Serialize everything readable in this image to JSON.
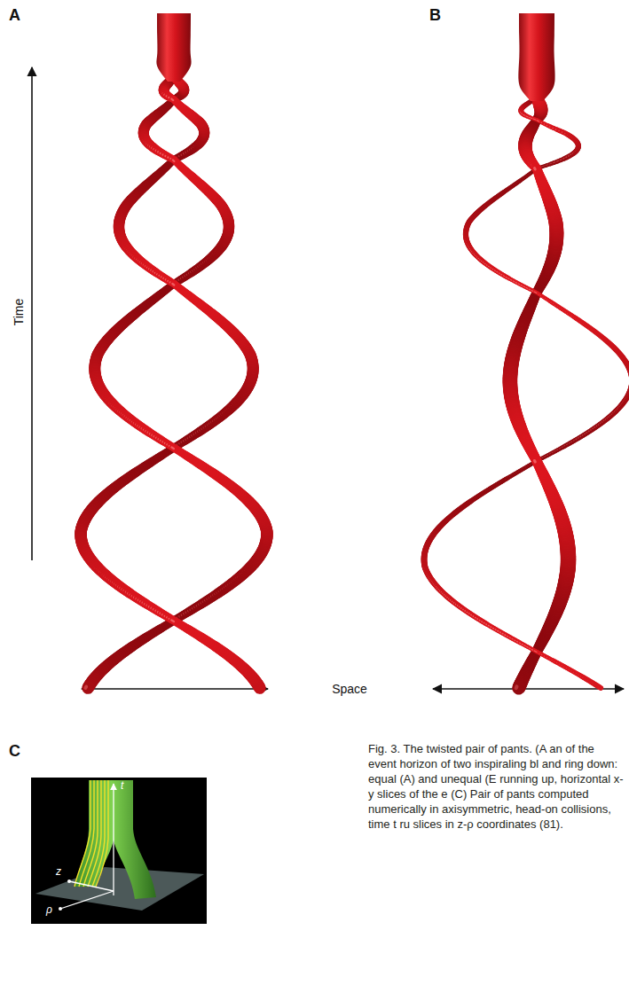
{
  "diagram": {
    "caption": "Fig. 3. The twisted pair of pants. (A an of the event horizon of two inspiraling bl and ring down: equal (A) and unequal (E running up, horizontal x-y slices of the e (C) Pair of pants computed numerically in axisymmetric, head-on collisions, time t ru slices in z-ρ coordinates (81).",
    "labels": [
      "A",
      "B",
      "Time",
      "Space",
      "C",
      "t",
      "z",
      "ρ"
    ]
  }
}
